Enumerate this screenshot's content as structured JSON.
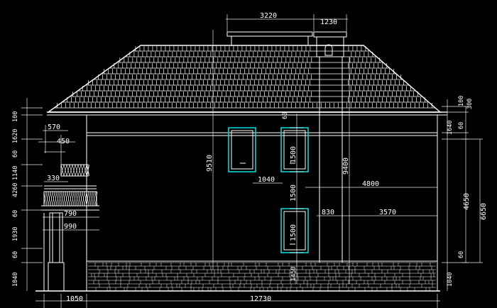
{
  "drawing": {
    "background": "#000000",
    "line_color": "#ffffff",
    "window_color": "#00d8d8",
    "dims_horizontal": {
      "top_3220": "3220",
      "top_1230": "1230",
      "bottom_1050": "1050",
      "bottom_12730": "12730",
      "left_570": "570",
      "left_450": "450",
      "left_330": "330",
      "left_790": "790",
      "left_990": "990",
      "mid_1040": "1040",
      "mid_4800": "4800",
      "mid_830": "830",
      "mid_3570": "3570"
    },
    "dims_vertical": {
      "lv_100": "100",
      "lv_1620": "1620",
      "lv_60a": "60",
      "lv_1140": "1140",
      "lv_4260": "4260",
      "lv_60b": "60",
      "lv_1930": "1930",
      "lv_60c": "60",
      "lv_1040": "1040",
      "mv_9510": "9510",
      "mv_1500a": "1500",
      "mv_1500b": "1500",
      "mv_1500c": "1500",
      "mv_60": "60",
      "mv_9400": "9400",
      "mv_1450": "1450",
      "rv_100": "100",
      "rv_300": "300",
      "rv_60a": "60",
      "rv_1640": "1640",
      "rv_4650": "4650",
      "rv_6650": "6650",
      "rv_60b": "60",
      "rv_1040": "1040"
    }
  }
}
